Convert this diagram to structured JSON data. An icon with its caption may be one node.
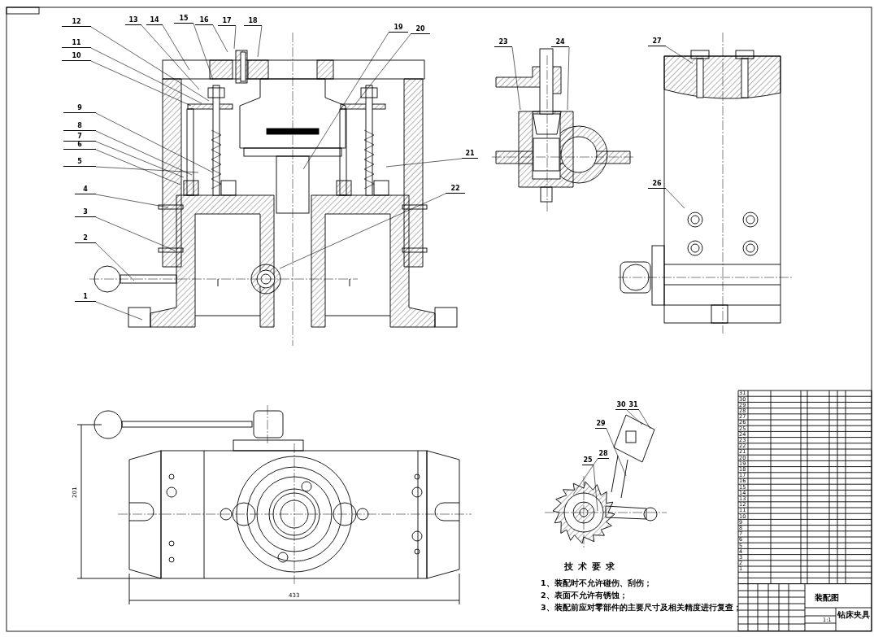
{
  "diagram": {
    "nodes": [
      {
        "text": [
          "1"
        ]
      },
      {
        "text": [
          "2"
        ]
      },
      {
        "text": [
          "3"
        ]
      },
      {
        "text": [
          "4"
        ]
      },
      {
        "text": [
          "5"
        ]
      },
      {
        "text": [
          "6"
        ]
      },
      {
        "text": [
          "7"
        ]
      },
      {
        "text": [
          "8"
        ]
      },
      {
        "text": [
          "9"
        ]
      },
      {
        "text": [
          "10"
        ]
      },
      {
        "text": [
          "11"
        ]
      },
      {
        "text": [
          "12"
        ]
      },
      {
        "text": [
          "13"
        ]
      },
      {
        "text": [
          "14"
        ]
      },
      {
        "text": [
          "15"
        ]
      },
      {
        "text": [
          "16"
        ]
      },
      {
        "text": [
          "17"
        ]
      },
      {
        "text": [
          "18"
        ]
      },
      {
        "text": [
          "19"
        ]
      },
      {
        "text": [
          "20"
        ]
      },
      {
        "text": [
          "21"
        ]
      },
      {
        "text": [
          "22"
        ]
      },
      {
        "text": [
          "23"
        ]
      },
      {
        "text": [
          "24"
        ]
      },
      {
        "text": [
          "25"
        ]
      },
      {
        "text": [
          "26"
        ]
      },
      {
        "text": [
          "27"
        ]
      },
      {
        "text": [
          "28"
        ]
      },
      {
        "text": [
          "29"
        ]
      },
      {
        "text": [
          "30"
        ]
      },
      {
        "text": [
          "31"
        ]
      }
    ],
    "edges": [
      {
        "from": 0,
        "to": null,
        "arrow": "none"
      },
      {
        "from": 1,
        "to": null,
        "arrow": "none"
      },
      {
        "from": 2,
        "to": null,
        "arrow": "none"
      },
      {
        "from": 3,
        "to": null,
        "arrow": "none"
      },
      {
        "from": 4,
        "to": null,
        "arrow": "none"
      },
      {
        "from": 5,
        "to": null,
        "arrow": "none"
      },
      {
        "from": 6,
        "to": null,
        "arrow": "none"
      },
      {
        "from": 7,
        "to": null,
        "arrow": "none"
      },
      {
        "from": 8,
        "to": null,
        "arrow": "none"
      },
      {
        "from": 9,
        "to": null,
        "arrow": "none"
      },
      {
        "from": 10,
        "to": null,
        "arrow": "none"
      },
      {
        "from": 11,
        "to": null,
        "arrow": "none"
      },
      {
        "from": 12,
        "to": null,
        "arrow": "none"
      },
      {
        "from": 13,
        "to": null,
        "arrow": "none"
      },
      {
        "from": 14,
        "to": null,
        "arrow": "none"
      },
      {
        "from": 15,
        "to": null,
        "arrow": "none"
      },
      {
        "from": 16,
        "to": null,
        "arrow": "none"
      },
      {
        "from": 17,
        "to": null,
        "arrow": "none"
      },
      {
        "from": 18,
        "to": null,
        "arrow": "none"
      },
      {
        "from": 19,
        "to": null,
        "arrow": "none"
      },
      {
        "from": 20,
        "to": null,
        "arrow": "none"
      },
      {
        "from": 21,
        "to": null,
        "arrow": "none"
      },
      {
        "from": 22,
        "to": null,
        "arrow": "none"
      },
      {
        "from": 23,
        "to": null,
        "arrow": "none"
      },
      {
        "from": 24,
        "to": null,
        "arrow": "none"
      },
      {
        "from": 25,
        "to": null,
        "arrow": "none"
      },
      {
        "from": 26,
        "to": null,
        "arrow": "none"
      },
      {
        "from": 27,
        "to": null,
        "arrow": "none"
      },
      {
        "from": 28,
        "to": null,
        "arrow": "none"
      },
      {
        "from": 29,
        "to": null,
        "arrow": "none"
      },
      {
        "from": 30,
        "to": null,
        "arrow": "none"
      }
    ],
    "labels": [
      "201",
      "433",
      "技术要求",
      "1、装配时不允许碰伤、刮伤；",
      "2、表面不允许有锈蚀；",
      "3、装配前应对零部件的主要尺寸及相关精度进行复查；",
      "31",
      "30",
      "29",
      "28",
      "27",
      "26",
      "25",
      "24",
      "23",
      "22",
      "21",
      "20",
      "19",
      "18",
      "17",
      "16",
      "15",
      "14",
      "13",
      "12",
      "11",
      "10",
      "9",
      "8",
      "7",
      "6",
      "5",
      "4",
      "3",
      "2",
      "1",
      "装配图",
      "1:1",
      "钻床夹具"
    ]
  }
}
